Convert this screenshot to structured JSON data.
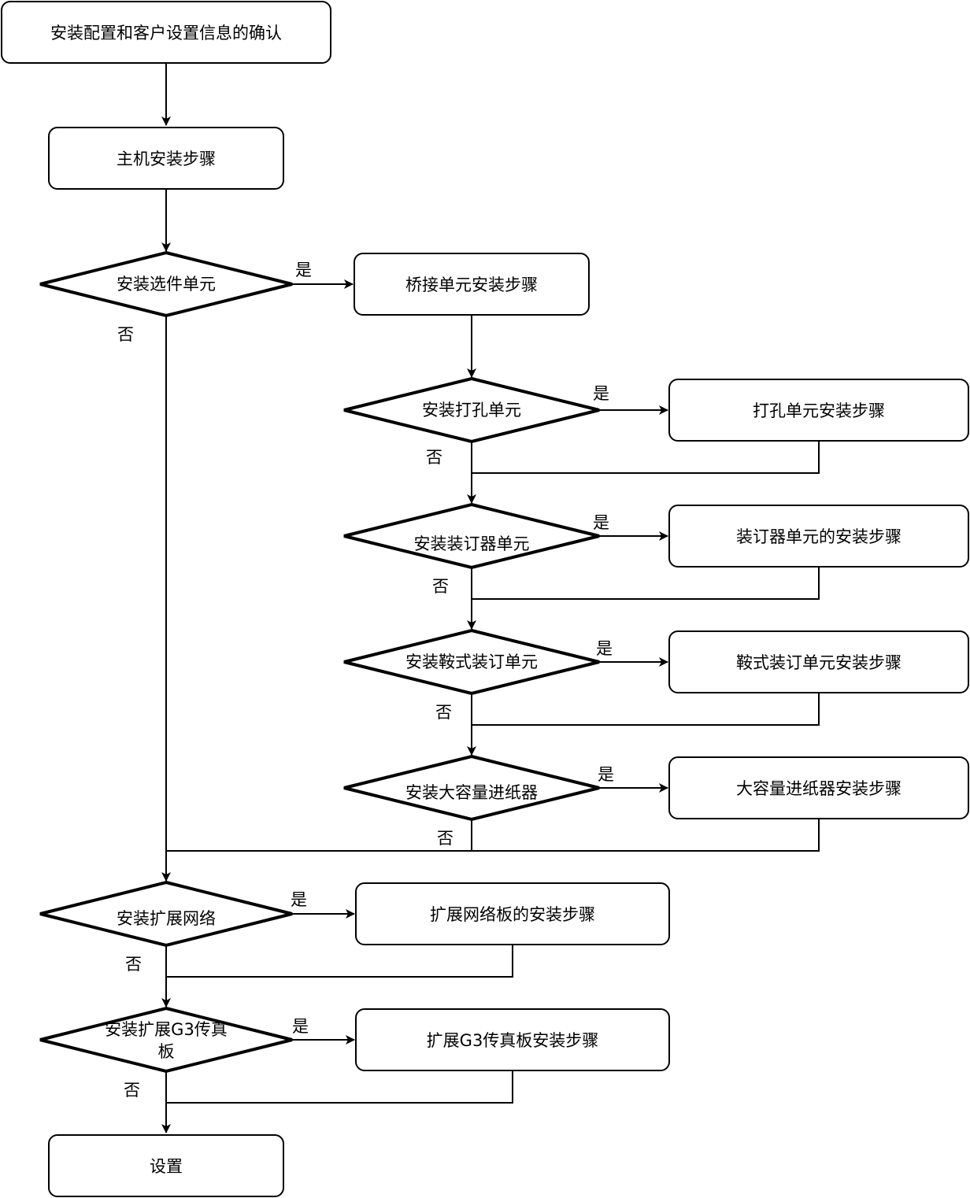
{
  "nodes": {
    "n1": "安装配置和客户设置信息的确认",
    "n2": "主机安装步骤",
    "d1": "安装选件单元",
    "n3": "桥接单元安装步骤",
    "d2": "安装打孔单元",
    "n4": "打孔单元安装步骤",
    "d3": "安装装订器单元",
    "n5": "装订器单元的安装步骤",
    "d4": "安装鞍式装订单元",
    "n6": "鞍式装订单元安装步骤",
    "d5": "安装大容量进纸器",
    "n7": "大容量进纸器安装步骤",
    "d6": "安装扩展网络",
    "n8": "扩展网络板的安装步骤",
    "d7_line1": "安装扩展G3传真",
    "d7_line2": "板",
    "n9": "扩展G3传真板安装步骤",
    "n10": "设置"
  },
  "labels": {
    "yes": "是",
    "no": "否"
  }
}
